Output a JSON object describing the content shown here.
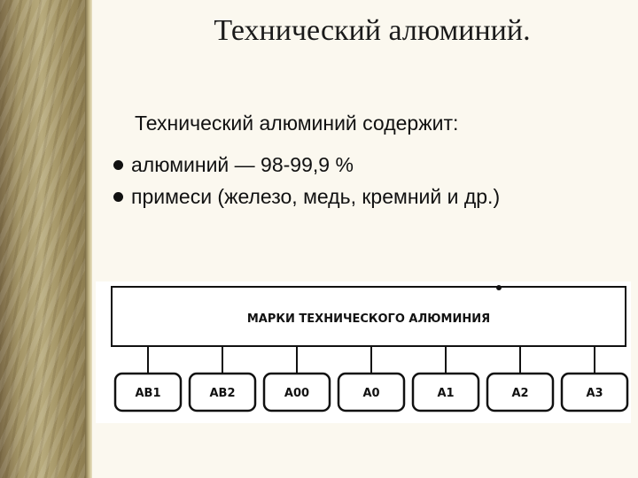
{
  "title": "Технический алюминий.",
  "intro": "Технический алюминий содержит:",
  "bullets": [
    "алюминий — 98-99,9 %",
    "примеси (железо, медь, кремний и др.)"
  ],
  "diagram": {
    "header": "МАРКИ ТЕХНИЧЕСКОГО АЛЮМИНИЯ",
    "grades": [
      "АВ1",
      "АВ2",
      "А00",
      "А0",
      "А1",
      "А2",
      "А3"
    ]
  }
}
